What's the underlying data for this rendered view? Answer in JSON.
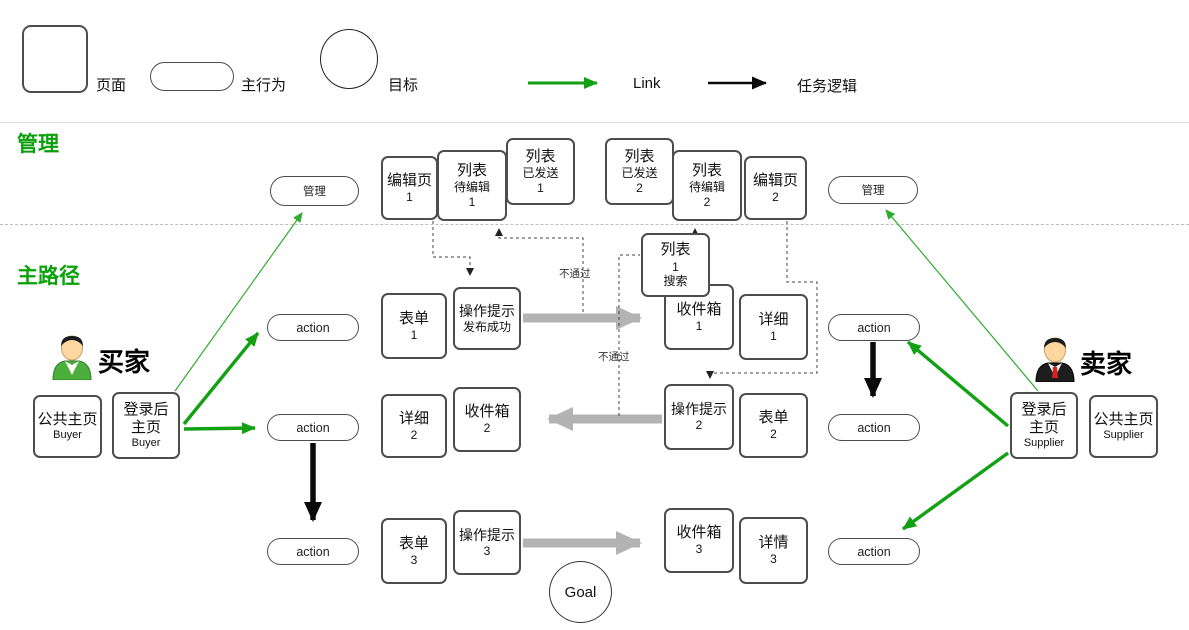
{
  "legend": {
    "page_label": "页面",
    "main_action_label": "主行为",
    "goal_label": "目标",
    "link_label": "Link",
    "task_logic_label": "任务逻辑"
  },
  "sections": {
    "management_label": "管理",
    "main_path_label": "主路径"
  },
  "colors": {
    "link_green": "#12a112",
    "section_green": "#0aa00a",
    "task_black": "#111111",
    "flow_gray": "#b3b3b3",
    "border_gray": "#4d4d4d"
  },
  "actors": {
    "buyer": {
      "name": "买家",
      "public_home": {
        "title": "公共主页",
        "sub": "Buyer"
      },
      "logged_home": {
        "line1": "登录后",
        "line2": "主页",
        "sub": "Buyer"
      }
    },
    "seller": {
      "name": "卖家",
      "public_home": {
        "title": "公共主页",
        "sub": "Supplier"
      },
      "logged_home": {
        "line1": "登录后",
        "line2": "主页",
        "sub": "Supplier"
      }
    }
  },
  "pills": {
    "manage_label": "管理",
    "action_label": "action"
  },
  "goal_label": "Goal",
  "fail_label": "不通过",
  "boxes": {
    "edit_page_1": {
      "l1": "编辑页",
      "l2": "1"
    },
    "list_pending_1": {
      "l1": "列表",
      "l2": "待编辑",
      "l3": "1"
    },
    "list_sent_1": {
      "l1": "列表",
      "l2": "已发送",
      "l3": "1"
    },
    "list_sent_2": {
      "l1": "列表",
      "l2": "已发送",
      "l3": "2"
    },
    "list_pending_2": {
      "l1": "列表",
      "l2": "待编辑",
      "l3": "2"
    },
    "edit_page_2": {
      "l1": "编辑页",
      "l2": "2"
    },
    "form_1": {
      "l1": "表单",
      "l2": "1"
    },
    "tip_publish": {
      "l1": "操作提示",
      "l2": "发布成功"
    },
    "list_1_search": {
      "l1": "列表",
      "l2": "1",
      "l3": "搜索"
    },
    "inbox_1": {
      "l1": "收件箱",
      "l2": "1"
    },
    "detail_1": {
      "l1": "详细",
      "l2": "1"
    },
    "detail_2": {
      "l1": "详细",
      "l2": "2"
    },
    "inbox_2": {
      "l1": "收件箱",
      "l2": "2"
    },
    "tip_2": {
      "l1": "操作提示",
      "l2": "2"
    },
    "form_2": {
      "l1": "表单",
      "l2": "2"
    },
    "form_3": {
      "l1": "表单",
      "l2": "3"
    },
    "tip_3": {
      "l1": "操作提示",
      "l2": "3"
    },
    "inbox_3": {
      "l1": "收件箱",
      "l2": "3"
    },
    "detail_3": {
      "l1": "详情",
      "l2": "3"
    }
  }
}
